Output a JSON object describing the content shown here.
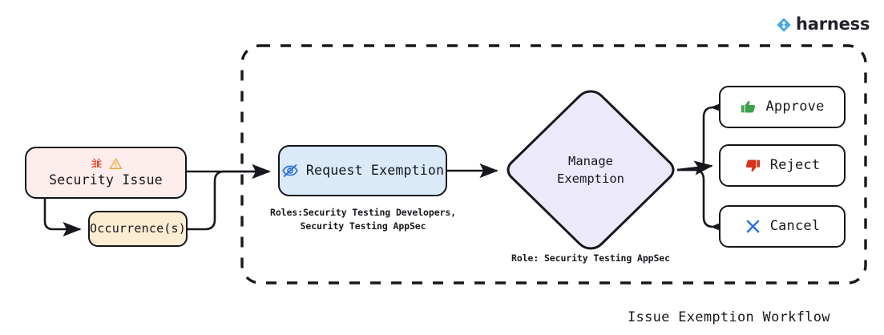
{
  "brand": {
    "name": "harness",
    "logo_icon": "harness-diamond-logo-icon",
    "color": "#49a8e8"
  },
  "diagram": {
    "caption": "Issue Exemption Workflow",
    "boundary": {
      "style": "dashed",
      "color": "#16181d",
      "label": ""
    },
    "nodes": {
      "security_issue": {
        "label": "Security Issue",
        "fill": "#fdeeed",
        "icons": [
          "bug-icon",
          "warning-triangle-icon"
        ],
        "bug_color": "#e8442a",
        "warning_color": "#f0a93c"
      },
      "occurrences": {
        "label": "Occurrence(s)",
        "fill": "#fcecd2"
      },
      "request_exemption": {
        "label": "Request Exemption",
        "fill": "#daeaf8",
        "icon": "eye-slash-icon",
        "icon_color": "#3374d9"
      },
      "manage_exemption": {
        "label": "Manage\nExemption",
        "fill": "#ece9fb",
        "shape": "diamond"
      },
      "approve": {
        "label": "Approve",
        "fill": "#ffffff",
        "icon": "thumbs-up-icon",
        "icon_color": "#3ba14a"
      },
      "reject": {
        "label": "Reject",
        "fill": "#ffffff",
        "icon": "thumbs-down-icon",
        "icon_color": "#d8321c"
      },
      "cancel": {
        "label": "Cancel",
        "fill": "#ffffff",
        "icon": "cross-x-icon",
        "icon_color": "#1f6fe0"
      }
    },
    "annotations": {
      "request_roles": "Roles:Security Testing Developers,\nSecurity Testing AppSec",
      "manage_role": "Role: Security Testing AppSec"
    }
  }
}
